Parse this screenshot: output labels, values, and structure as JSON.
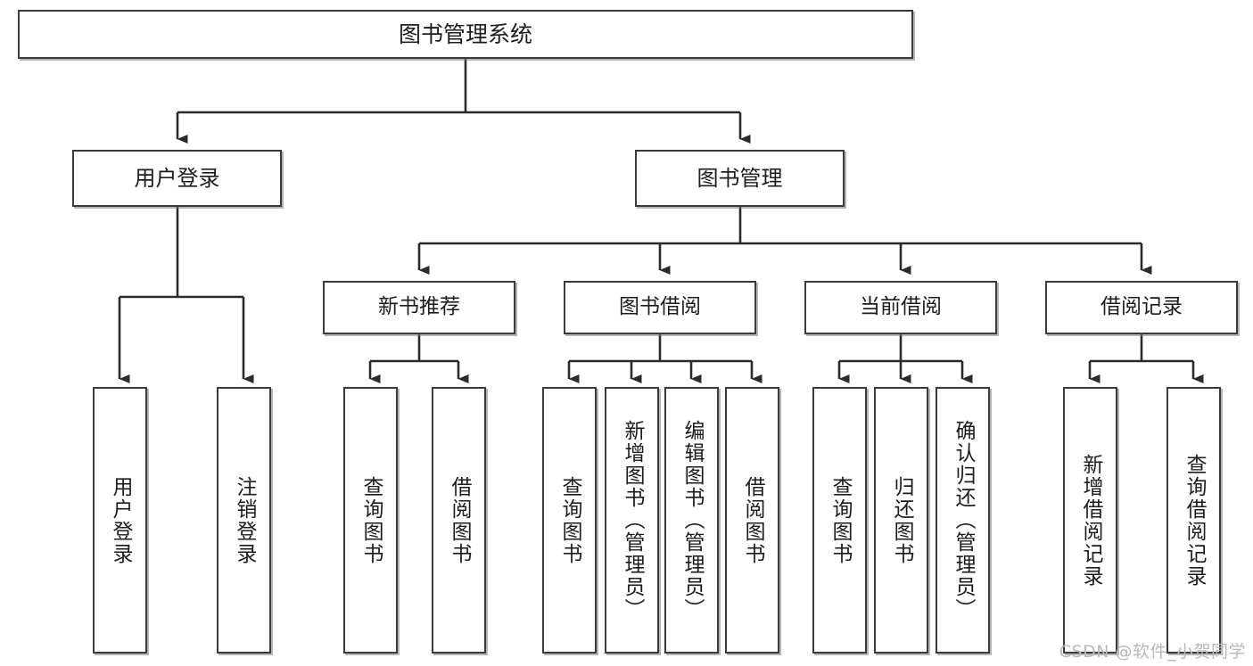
{
  "diagram": {
    "type": "tree",
    "title": "图书管理系统",
    "orientation": "top-down",
    "colors": {
      "box_border": "#3a3a3a",
      "box_fill": "#ffffff",
      "connector": "#2b2b2b",
      "text": "#1d1d1d",
      "watermark": "#b9b9b9",
      "background": "#ffffff"
    },
    "root": {
      "label": "图书管理系统"
    },
    "level1": [
      {
        "label": "用户登录"
      },
      {
        "label": "图书管理"
      }
    ],
    "level2": [
      {
        "label": "新书推荐"
      },
      {
        "label": "图书借阅"
      },
      {
        "label": "当前借阅"
      },
      {
        "label": "借阅记录"
      }
    ],
    "leaves": {
      "user_login": [
        {
          "label": "用户登录"
        },
        {
          "label": "注销登录"
        }
      ],
      "new_book": [
        {
          "label": "查询图书"
        },
        {
          "label": "借阅图书"
        }
      ],
      "book_borrow": [
        {
          "label": "查询图书"
        },
        {
          "label": "新增图书（管理员）"
        },
        {
          "label": "编辑图书（管理员）"
        },
        {
          "label": "借阅图书"
        }
      ],
      "current_borrow": [
        {
          "label": "查询图书"
        },
        {
          "label": "归还图书"
        },
        {
          "label": "确认归还（管理员）"
        }
      ],
      "borrow_record": [
        {
          "label": "新增借阅记录"
        },
        {
          "label": "查询借阅记录"
        }
      ]
    }
  },
  "watermark": {
    "text": "CSDN @软件_小贺同学"
  }
}
